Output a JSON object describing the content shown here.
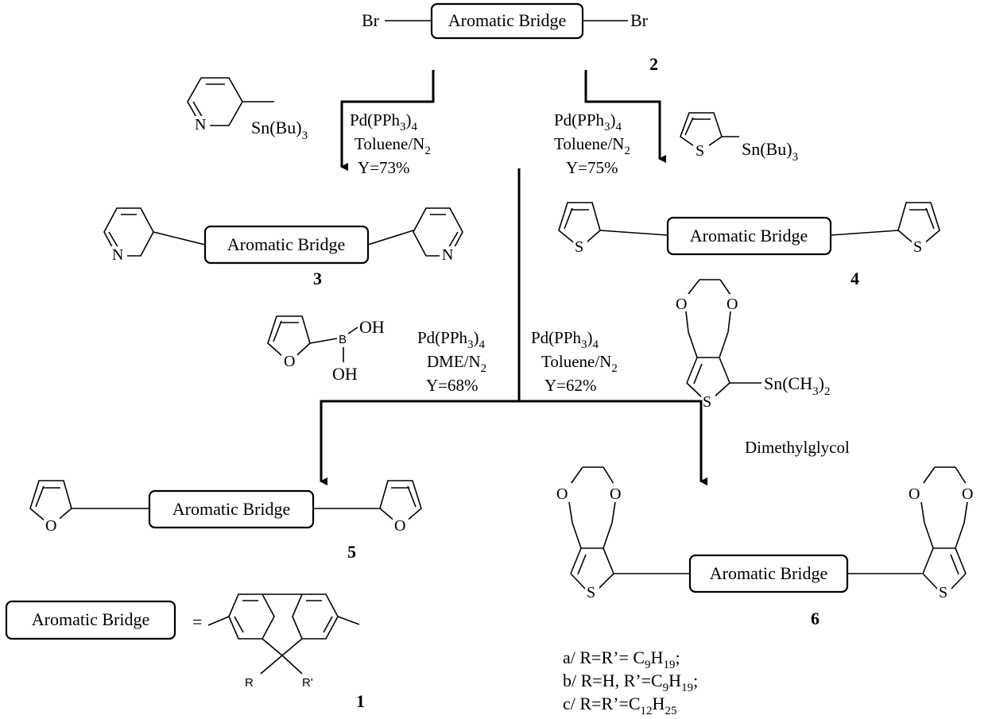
{
  "bridge_label": "Aromatic Bridge",
  "start": {
    "left": "Br",
    "right": "Br",
    "number": "2"
  },
  "reagent_pyridine": {
    "sn": "Sn(Bu)",
    "sub": "3",
    "n": "N"
  },
  "reagent_thiophene": {
    "sn": "Sn(Bu)",
    "sub": "3",
    "s": "S"
  },
  "cond_left": {
    "cat": "Pd(PPh",
    "cat_sub": "3",
    "cat_tail": ")",
    "cat_sub2": "4",
    "solvent": "Toluene/N",
    "solvent_sub": "2",
    "yield": "Y=73%"
  },
  "cond_right": {
    "cat": "Pd(PPh",
    "cat_sub": "3",
    "cat_tail": ")",
    "cat_sub2": "4",
    "solvent": "Toluene/N",
    "solvent_sub": "2",
    "yield": "Y=75%"
  },
  "product3": {
    "number": "3",
    "n": "N"
  },
  "product4": {
    "number": "4",
    "s": "S"
  },
  "reagent_furan": {
    "o": "O",
    "b": "B",
    "oh1": "OH",
    "oh2": "OH"
  },
  "cond_furan": {
    "cat": "Pd(PPh",
    "cat_sub": "3",
    "cat_tail": ")",
    "cat_sub2": "4",
    "solvent": "DME/N",
    "solvent_sub": "2",
    "yield": "Y=68%"
  },
  "cond_edot": {
    "cat": "Pd(PPh",
    "cat_sub": "3",
    "cat_tail": ")",
    "cat_sub2": "4",
    "solvent": "Toluene/N",
    "solvent_sub": "2",
    "yield": "Y=62%"
  },
  "reagent_edot": {
    "o": "O",
    "s": "S",
    "sn": "Sn(CH",
    "sub": "3",
    "tail": ")",
    "sub2": "2",
    "caption": "Dimethylglycol"
  },
  "product5": {
    "number": "5",
    "o": "O"
  },
  "product6": {
    "number": "6",
    "o": "O",
    "s": "S"
  },
  "legend": {
    "equals": "=",
    "number": "1",
    "r": "R",
    "rp": "R'",
    "a": {
      "pre": "a/ R=R’= C",
      "s1": "9",
      "mid": "H",
      "s2": "19",
      "end": ";"
    },
    "b": {
      "pre": "b/ R=H, R’=C",
      "s1": "9",
      "mid": "H",
      "s2": "19",
      "end": ";"
    },
    "c": {
      "pre": "c/ R=R’=C",
      "s1": "12",
      "mid": "H",
      "s2": "25",
      "end": ""
    }
  }
}
